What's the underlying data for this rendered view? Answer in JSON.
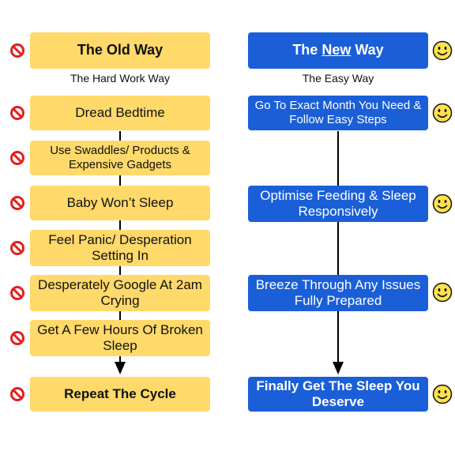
{
  "colors": {
    "old_box": "#ffd96a",
    "new_box": "#1a5fd8",
    "no_icon": "#e02020",
    "smile_face": "#ffe14a"
  },
  "icons": {
    "old_row": "prohibited-icon",
    "new_row": "smiley-face-icon"
  },
  "old_way": {
    "title": "The Old Way",
    "subtitle": "The Hard Work Way",
    "steps": [
      "Dread Bedtime",
      "Use Swaddles/ Products & Expensive Gadgets",
      "Baby Won’t Sleep",
      "Feel Panic/ Desperation Setting In",
      "Desperately Google At 2am Crying",
      "Get A Few Hours Of Broken Sleep",
      "Repeat The Cycle"
    ]
  },
  "new_way": {
    "title_prefix": "The ",
    "title_emphasis": "New",
    "title_suffix": " Way",
    "subtitle": "The Easy Way",
    "steps": [
      "Go To Exact Month You Need & Follow Easy Steps",
      "Optimise Feeding & Sleep Responsively",
      "Breeze Through Any Issues Fully Prepared",
      "Finally Get The Sleep You Deserve"
    ]
  }
}
